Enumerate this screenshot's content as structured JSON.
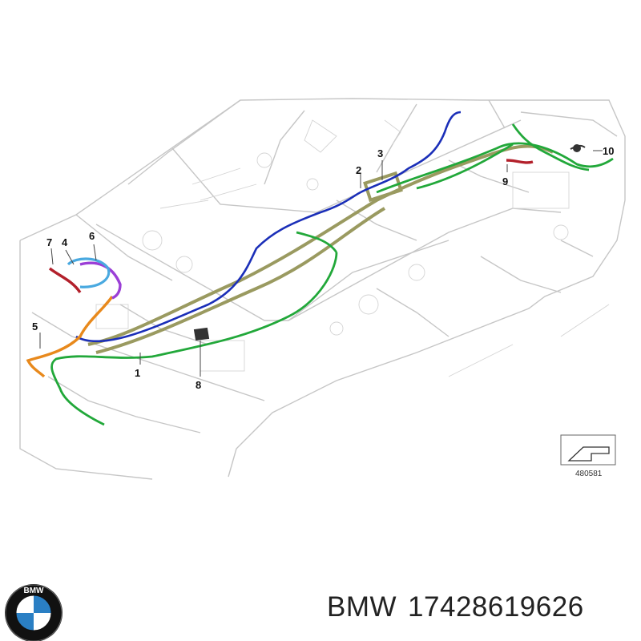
{
  "callouts": [
    "1",
    "2",
    "3",
    "4",
    "5",
    "6",
    "7",
    "8",
    "9",
    "10"
  ],
  "reference_number": "480581",
  "brand": "BMW",
  "part_number": "17428619626",
  "logo_text": "BMW",
  "colors": {
    "harness_green": "#22a83a",
    "harness_blue": "#1b2fb8",
    "harness_khaki": "#9a9a60",
    "harness_orange": "#e8891c",
    "harness_purple": "#9b3fd6",
    "harness_red": "#b3202b",
    "harness_lightblue": "#49a9e0",
    "line_art": "#c8c8c8",
    "logo_blue": "#2a7fc4"
  }
}
